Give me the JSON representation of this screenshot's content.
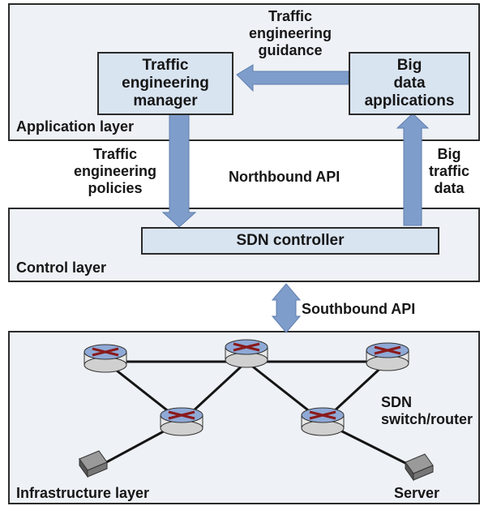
{
  "layers": {
    "application": "Application layer",
    "control": "Control layer",
    "infrastructure": "Infrastructure layer"
  },
  "boxes": {
    "te_manager": "Traffic\nengineering\nmanager",
    "big_data_apps": "Big\ndata\napplications",
    "sdn_controller": "SDN controller"
  },
  "labels": {
    "te_guidance": "Traffic\nengineering\nguidance",
    "te_policies": "Traffic\nengineering\npolicies",
    "northbound_api": "Northbound API",
    "big_traffic_data": "Big\ntraffic\ndata",
    "southbound_api": "Southbound API",
    "sdn_switch_router": "SDN\nswitch/router",
    "server": "Server"
  },
  "colors": {
    "arrow": "#7f9dcb",
    "layer_fill": "#eef1f6",
    "box_fill": "#d9e4f1"
  }
}
